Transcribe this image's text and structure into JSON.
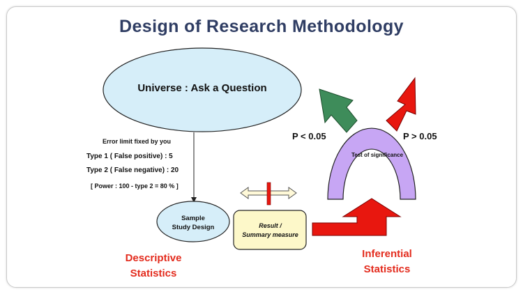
{
  "title": "Design of Research Methodology",
  "universe": "Universe : Ask a Question",
  "error_heading": "Error limit fixed by you",
  "type1": "Type 1 ( False positive)  : 5",
  "type2": "Type 2 ( False negative) : 20",
  "power": "[ Power : 100 - type 2 = 80 % ]",
  "sample": {
    "line1": "Sample",
    "line2": "Study Design"
  },
  "result": {
    "line1": "Result /",
    "line2": "Summary measure"
  },
  "p_low": "P < 0.05",
  "p_high": "P > 0.05",
  "test": "Test of significance",
  "descriptive": {
    "line1": "Descriptive",
    "line2": "Statistics"
  },
  "inferential": {
    "line1": "Inferential",
    "line2": "Statistics"
  },
  "colors": {
    "title": "#2f3d63",
    "ellipse_fill": "#d6eef9",
    "result_fill": "#fdf8c9",
    "arch_fill": "#c7a6f4",
    "green_arrow": "#3e8c5a",
    "red": "#e8170f",
    "accent_text": "#e32b1d"
  }
}
